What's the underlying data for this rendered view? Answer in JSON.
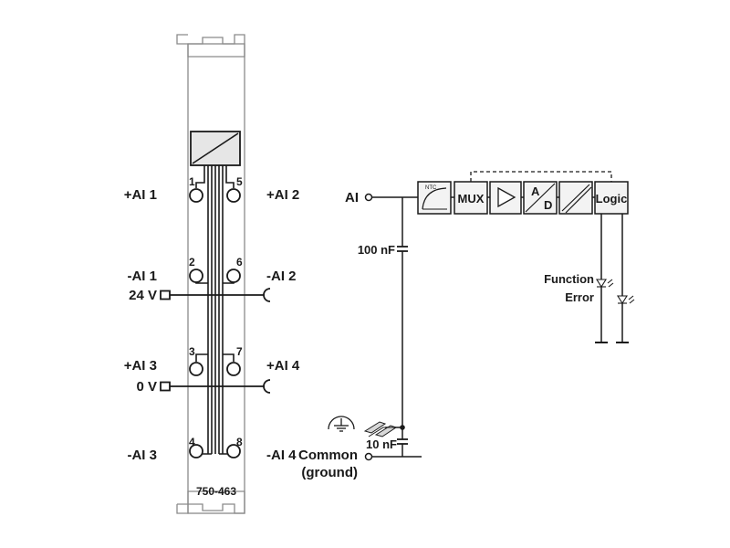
{
  "module": {
    "part_number": "750-463"
  },
  "terminals": {
    "pin1": "1",
    "pin2": "2",
    "pin3": "3",
    "pin4": "4",
    "pin5": "5",
    "pin6": "6",
    "pin7": "7",
    "pin8": "8"
  },
  "labels_left": {
    "ai1_plus": "+AI 1",
    "ai1_minus": "-AI 1",
    "v24": "24 V",
    "ai3_plus": "+AI 3",
    "v0": "0 V",
    "ai3_minus": "-AI 3"
  },
  "labels_right": {
    "ai2_plus": "+AI 2",
    "ai2_minus": "-AI 2",
    "ai4_plus": "+AI 4",
    "ai4_minus": "-AI 4"
  },
  "schematic": {
    "input": "AI",
    "cap1": "100 nF",
    "cap2": "10 nF",
    "common": "Common",
    "ground": "(ground)",
    "blocks": {
      "ntc": "NTC",
      "mux": "MUX",
      "ad_a": "A",
      "ad_d": "D",
      "logic": "Logic"
    },
    "function": "Function",
    "error": "Error"
  },
  "colors": {
    "line": "#1a1a1a",
    "module_outline": "#8a8a8a",
    "block_fill": "#f3f3f3",
    "converter_fill": "#e6e6e6"
  }
}
